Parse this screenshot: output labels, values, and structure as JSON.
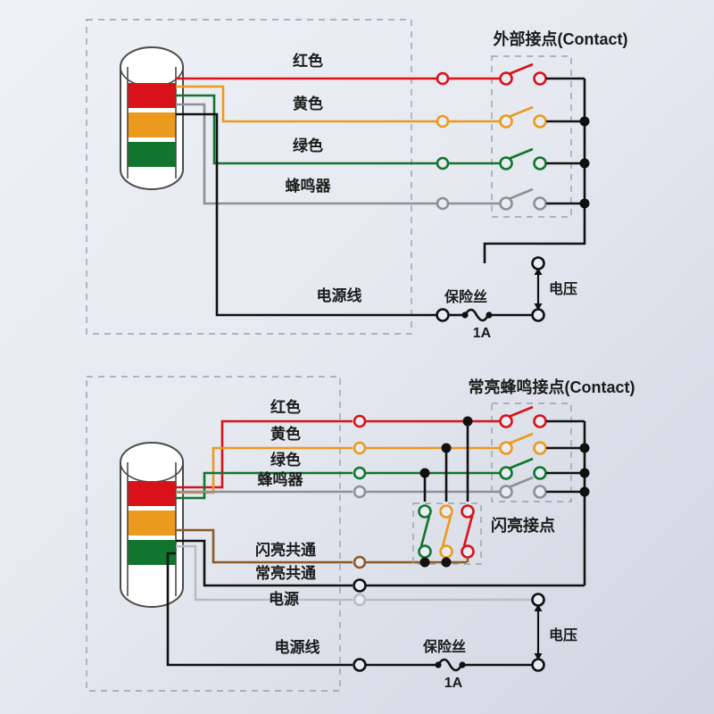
{
  "diagram": {
    "title_hidden": "",
    "colors": {
      "red": "#d9121a",
      "yellow": "#eb9a1e",
      "green": "#11752f",
      "gray": "#8d9096",
      "black": "#111111",
      "brown": "#8a5a28",
      "lightgray": "#b9bcc2",
      "dash": "#9aa0ab",
      "bg_top": "#eef1f6",
      "bg_bottom": "#d1d5e0"
    },
    "top": {
      "contact_title": "外部接点(Contact)",
      "wires": [
        {
          "label": "红色",
          "color": "red"
        },
        {
          "label": "黄色",
          "color": "yellow"
        },
        {
          "label": "绿色",
          "color": "green"
        },
        {
          "label": "蜂鸣器",
          "color": "gray"
        }
      ],
      "power_label": "电源线",
      "fuse_label": "保险丝",
      "fuse_rating": "1A",
      "voltage_label": "电压"
    },
    "bottom": {
      "contact_title": "常亮蜂鸣接点(Contact)",
      "flash_contact_title": "闪亮接点",
      "wires": [
        {
          "label": "红色",
          "color": "red"
        },
        {
          "label": "黄色",
          "color": "yellow"
        },
        {
          "label": "绿色",
          "color": "green"
        },
        {
          "label": "蜂鸣器",
          "color": "gray"
        },
        {
          "label": "闪亮共通",
          "color": "brown"
        },
        {
          "label": "常亮共通",
          "color": "black"
        },
        {
          "label": "电源",
          "color": "lightgray"
        }
      ],
      "power_label": "电源线",
      "fuse_label": "保险丝",
      "fuse_rating": "1A",
      "voltage_label": "电压"
    },
    "tower": {
      "segments": [
        "red",
        "yellow",
        "green"
      ]
    }
  }
}
